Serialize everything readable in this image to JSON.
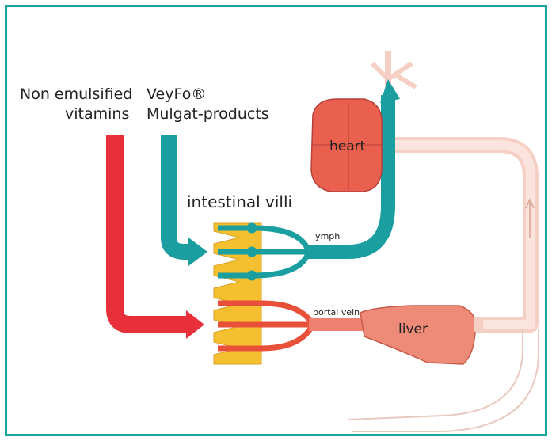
{
  "labels": {
    "non_emulsified_line1": "Non emulsified",
    "non_emulsified_line2": "vitamins",
    "veyfo_line1": "VeyFo®",
    "veyfo_line2": "Mulgat-products",
    "intestinal_villi": "intestinal villi",
    "heart": "heart",
    "lymph": "lymph",
    "portal_vein": "portal vein",
    "liver": "liver"
  },
  "colors": {
    "frame": "#1aa3a0",
    "teal": "#1a9ea0",
    "red": "#e8303a",
    "pink": "#f08070",
    "pale_pink": "#f6cfc4",
    "villi_yellow": "#f5c030",
    "heart_fill": "#e9604f",
    "liver_fill": "#ee8a78"
  }
}
